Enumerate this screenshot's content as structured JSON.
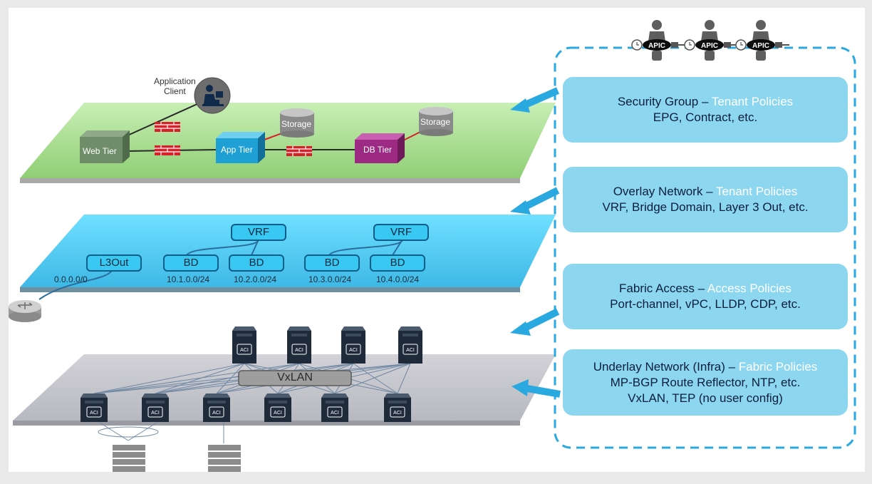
{
  "app_client": {
    "line1": "Application",
    "line2": "Client"
  },
  "security_layer": {
    "web_tier": "Web Tier",
    "app_tier": "App Tier",
    "db_tier": "DB Tier",
    "storage_1": "Storage",
    "storage_2": "Storage"
  },
  "overlay_layer": {
    "vrf_1": "VRF",
    "vrf_2": "VRF",
    "l3out": "L3Out",
    "bd_labels": [
      "BD",
      "BD",
      "BD",
      "BD"
    ],
    "subnets": [
      "10.1.0.0/24",
      "10.2.0.0/24",
      "10.3.0.0/24",
      "10.4.0.0/24"
    ],
    "default_route": "0.0.0.0/0"
  },
  "underlay_layer": {
    "vxlan": "VxLAN",
    "switch_badge": "ACI"
  },
  "apic": {
    "label": "APIC",
    "count": 3
  },
  "panels": [
    {
      "title": "Security Group",
      "sep": " – ",
      "highlight": "Tenant Policies",
      "lines": [
        "EPG, Contract, etc."
      ]
    },
    {
      "title": "Overlay Network",
      "sep": " – ",
      "highlight": "Tenant Policies",
      "lines": [
        "VRF, Bridge Domain, Layer 3 Out, etc."
      ]
    },
    {
      "title": "Fabric Access",
      "sep": " – ",
      "highlight": "Access Policies",
      "lines": [
        "Port-channel, vPC, LLDP, CDP, etc."
      ]
    },
    {
      "title": "Underlay Network (Infra)",
      "sep": " – ",
      "highlight": "Fabric Policies",
      "lines": [
        "MP-BGP Route Reflector, NTP, etc.",
        "VxLAN, TEP (no user config)"
      ]
    }
  ],
  "colors": {
    "security_plane": "#a6dc8e",
    "overlay_plane": "#7fd6f2",
    "underlay_plane": "#c9c9cf",
    "panel_fill": "#8cd7ef",
    "panel_text": "#0b1e3d",
    "highlight": "#ffffff",
    "arrow": "#29a9e0",
    "dashed_border": "#29a9e0",
    "firewall": "#d6202a"
  }
}
